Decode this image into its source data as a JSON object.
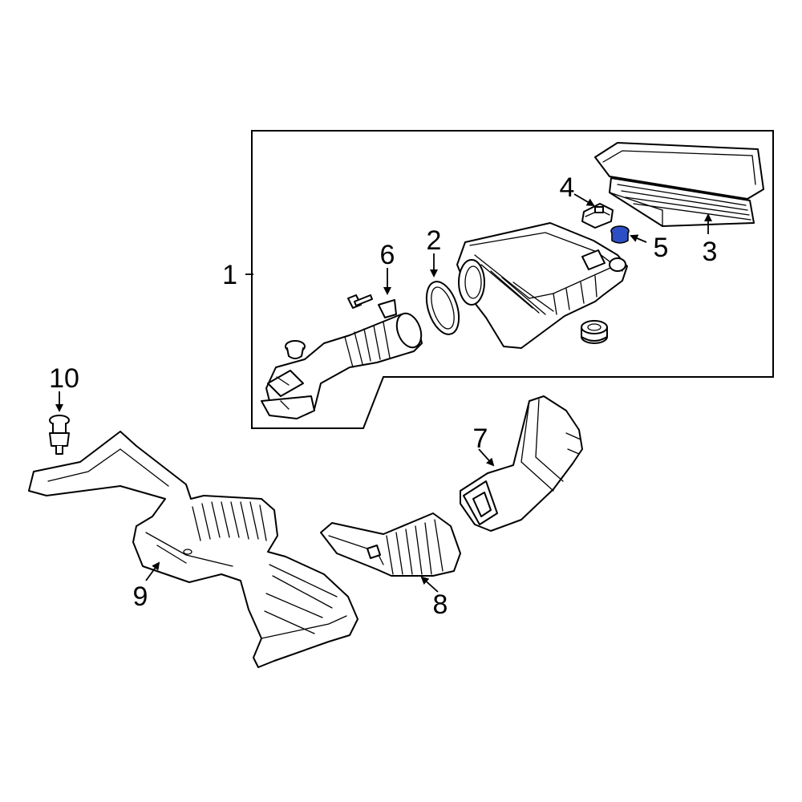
{
  "callouts": [
    {
      "number": "1"
    },
    {
      "number": "2"
    },
    {
      "number": "3"
    },
    {
      "number": "4"
    },
    {
      "number": "5"
    },
    {
      "number": "6"
    },
    {
      "number": "7"
    },
    {
      "number": "8"
    },
    {
      "number": "9"
    },
    {
      "number": "10"
    }
  ],
  "colors": {
    "highlighted_part": "#2d4fc4",
    "line": "#000000",
    "background": "#ffffff"
  }
}
